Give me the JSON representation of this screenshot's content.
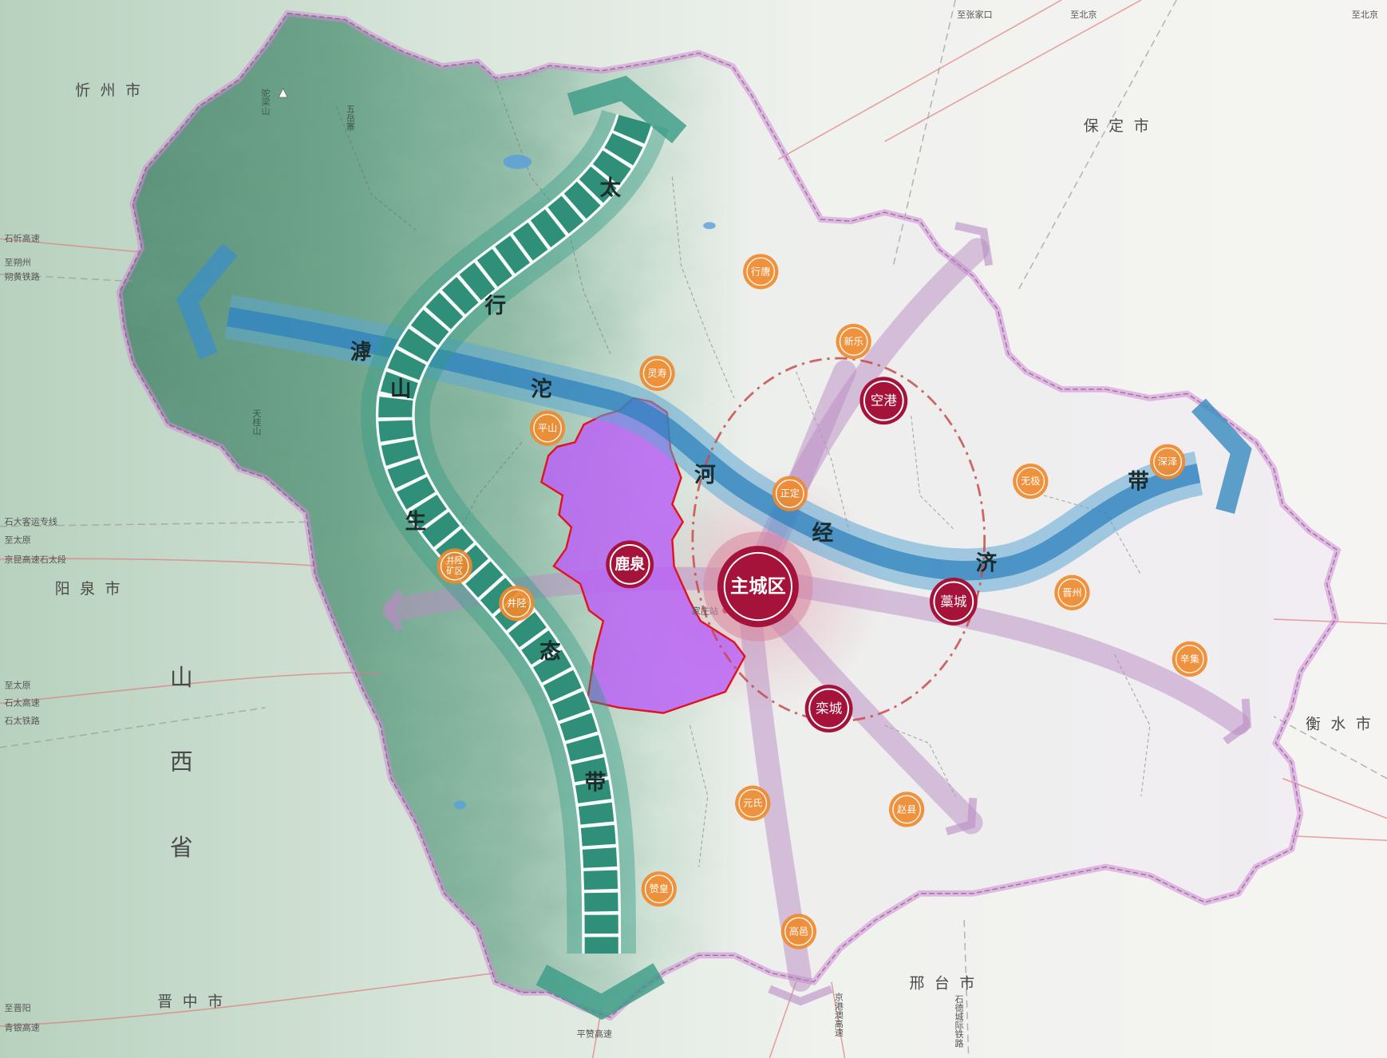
{
  "map": {
    "regions": {
      "xinzhou": "忻 州 市",
      "baoding": "保 定 市",
      "yangquan": "阳 泉 市",
      "shanxi": [
        "山",
        "西",
        "省"
      ],
      "jinzhong": "晋 中 市",
      "xingtai": "邢 台 市",
      "hengshui": "衡 水 市"
    },
    "belts": {
      "ecology": [
        "太",
        "行",
        "山",
        "生",
        "态",
        "带"
      ],
      "economy": [
        "滹",
        "沱",
        "河",
        "经",
        "济",
        "带"
      ]
    },
    "centers": {
      "main": "主城区",
      "luquan": "鹿泉",
      "kongang": "空港",
      "gaocheng": "藁城",
      "luancheng": "栾城"
    },
    "towns": [
      {
        "lines": [
          "行唐"
        ]
      },
      {
        "lines": [
          "新乐"
        ]
      },
      {
        "lines": [
          "灵寿"
        ]
      },
      {
        "lines": [
          "平山"
        ]
      },
      {
        "lines": [
          "正定"
        ]
      },
      {
        "lines": [
          "无极"
        ]
      },
      {
        "lines": [
          "深泽"
        ]
      },
      {
        "lines": [
          "晋州"
        ]
      },
      {
        "lines": [
          "辛集"
        ]
      },
      {
        "lines": [
          "井陉",
          "矿区"
        ]
      },
      {
        "lines": [
          "井陉"
        ]
      },
      {
        "lines": [
          "元氏"
        ]
      },
      {
        "lines": [
          "赞皇"
        ]
      },
      {
        "lines": [
          "赵县"
        ]
      },
      {
        "lines": [
          "高邑"
        ]
      }
    ],
    "station": "家庄站",
    "landmarks": [
      "驼梁山",
      "五岳寨",
      "天桂山"
    ],
    "routes": {
      "left": [
        "石忻高速",
        "至朔州",
        "朔黄铁路",
        "石大客运专线",
        "至太原",
        "京昆高速石太段",
        "至太原",
        "石太高速",
        "石太铁路",
        "至晋阳",
        "青银高速"
      ],
      "top": [
        "至张家口",
        "至北京",
        "至北京"
      ],
      "bottom": [
        "平赞高速",
        "京港澳高速",
        "石德城际铁路"
      ]
    }
  },
  "colors": {
    "core_center": "#a5123a",
    "town_node": "#ef8a2e",
    "ecology_belt": "#2f8f79",
    "economic_belt": "#2b7fbd",
    "luquan_area": "#b95ff5",
    "luquan_border": "#e0141e",
    "city_boundary": "#d387d8",
    "development_axis": "#b98cc4"
  },
  "icons": {
    "center_marker": "double-ring-circle",
    "town_marker": "ringed-circle",
    "peak_marker": "triangle-icon",
    "belt_arrow": "chevron-icon"
  }
}
